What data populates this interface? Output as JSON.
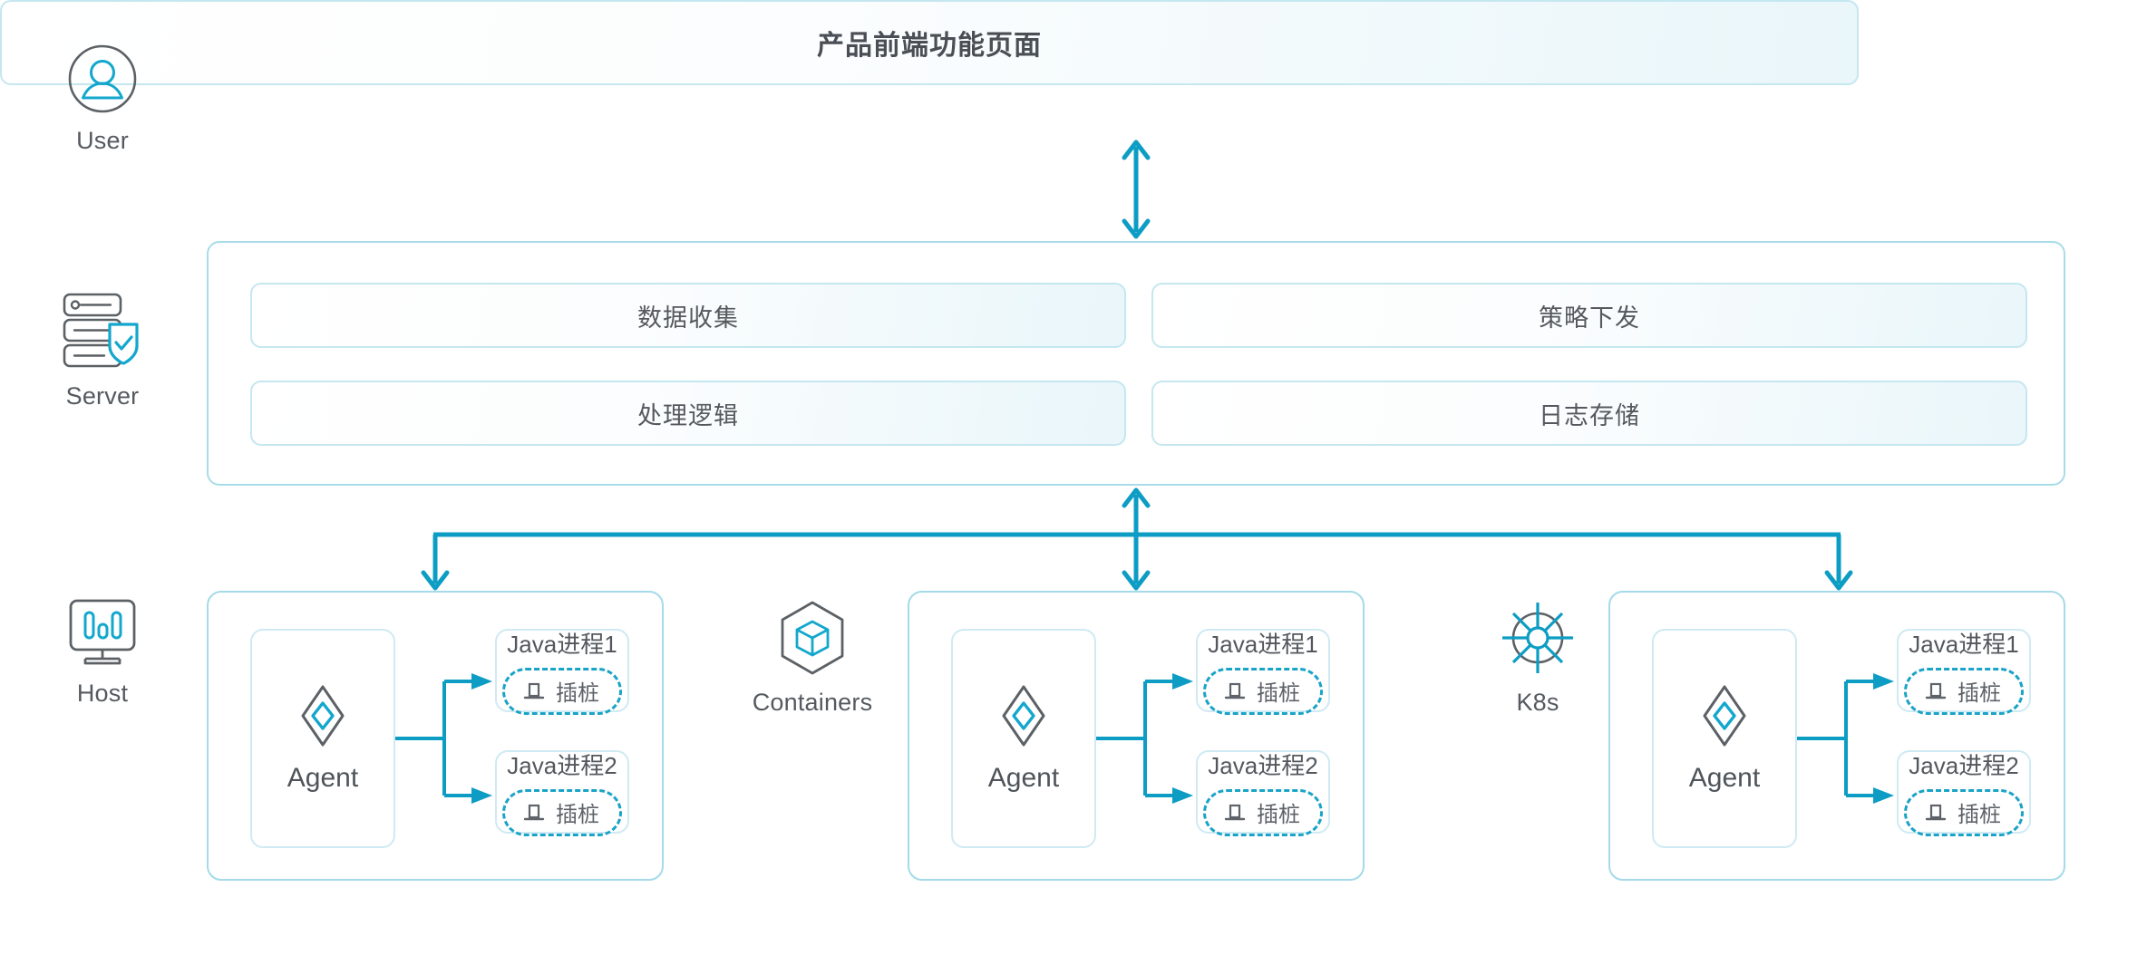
{
  "colors": {
    "accent_teal": "#0d9dc4",
    "panel_border": "#a4dae9",
    "inner_border": "#cfeaf3",
    "icon_gray": "#5c6166",
    "icon_blue": "#13a7cd",
    "text_gray": "#4f545a"
  },
  "rails": [
    {
      "label": "User",
      "icon": "user-circle-icon"
    },
    {
      "label": "Server",
      "icon": "server-shield-icon"
    },
    {
      "label": "Host",
      "icon": "monitor-chart-icon"
    }
  ],
  "frontend": {
    "title": "产品前端功能页面"
  },
  "server_panel": {
    "cells": [
      {
        "label": "数据收集"
      },
      {
        "label": "策略下发"
      },
      {
        "label": "处理逻辑"
      },
      {
        "label": "日志存储"
      }
    ]
  },
  "platform_icons": [
    {
      "label": "Containers",
      "icon": "hexagon-cube-icon"
    },
    {
      "label": "K8s",
      "icon": "kubernetes-helm-icon"
    }
  ],
  "host_groups": [
    {
      "agent": {
        "label": "Agent",
        "icon": "diamond-agent-icon"
      },
      "processes": [
        {
          "title": "Java进程1",
          "pill": {
            "label": "插桩",
            "icon": "stub-pile-icon"
          }
        },
        {
          "title": "Java进程2",
          "pill": {
            "label": "插桩",
            "icon": "stub-pile-icon"
          }
        }
      ]
    },
    {
      "agent": {
        "label": "Agent",
        "icon": "diamond-agent-icon"
      },
      "processes": [
        {
          "title": "Java进程1",
          "pill": {
            "label": "插桩",
            "icon": "stub-pile-icon"
          }
        },
        {
          "title": "Java进程2",
          "pill": {
            "label": "插桩",
            "icon": "stub-pile-icon"
          }
        }
      ]
    },
    {
      "agent": {
        "label": "Agent",
        "icon": "diamond-agent-icon"
      },
      "processes": [
        {
          "title": "Java进程1",
          "pill": {
            "label": "插桩",
            "icon": "stub-pile-icon"
          }
        },
        {
          "title": "Java进程2",
          "pill": {
            "label": "插桩",
            "icon": "stub-pile-icon"
          }
        }
      ]
    }
  ],
  "connectors": [
    {
      "name": "frontend-to-server",
      "type": "double-arrow-vertical"
    },
    {
      "name": "server-to-hosts-bus",
      "type": "branching-bus"
    }
  ]
}
